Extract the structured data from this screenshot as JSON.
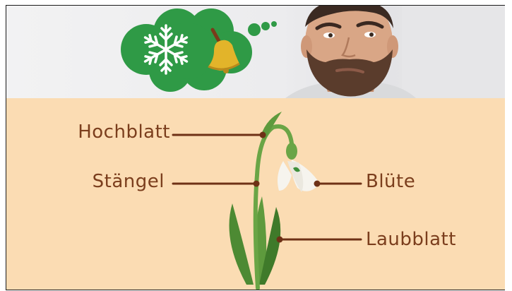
{
  "labels": {
    "hochblatt": "Hochblatt",
    "stangel": "Stängel",
    "blute": "Blüte",
    "laubblatt": "Laubblatt"
  },
  "colors": {
    "background": "#fbdcb3",
    "label_text": "#7b3e1d",
    "leader_line": "#6e3116",
    "thought_bubble": "#2f9a46",
    "stem": "#5e9a3d",
    "bell": "#e2b42a"
  },
  "icons": [
    "snowflake-icon",
    "bell-icon",
    "thought-bubble-icon"
  ]
}
